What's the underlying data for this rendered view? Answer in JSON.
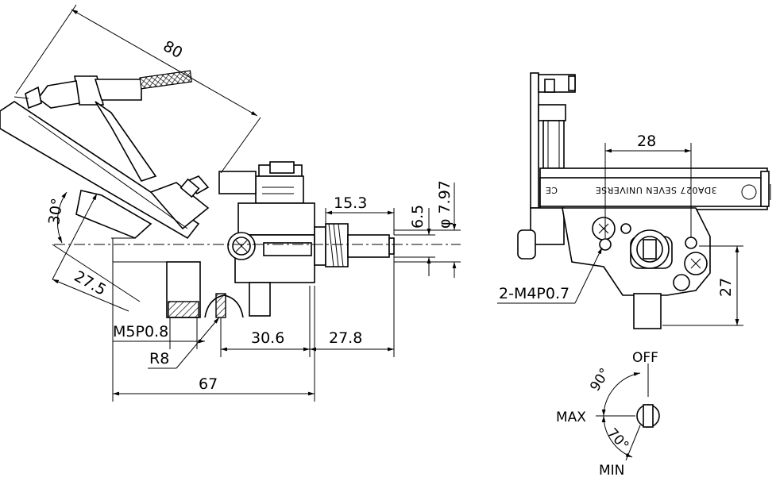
{
  "dimensions": {
    "d80": "80",
    "d30deg": "30°",
    "d27_5": "27.5",
    "m5p": "M5P0.8",
    "r8": "R8",
    "d30_6": "30.6",
    "d27_8": "27.8",
    "d67": "67",
    "d15_3": "15.3",
    "d6_5": "6.5",
    "d7_97": "φ 7.97",
    "d28": "28",
    "d27": "27",
    "m4p": "2-M4P0.7"
  },
  "label_plate": {
    "text": "3DA027 SEVEN UNIVERSE",
    "ce_mark": "CE"
  },
  "rotation_diagram": {
    "off": "OFF",
    "max": "MAX",
    "min": "MIN",
    "a90": "90°",
    "a70": "70°"
  },
  "colors": {
    "line": "#000000",
    "background": "#ffffff"
  }
}
